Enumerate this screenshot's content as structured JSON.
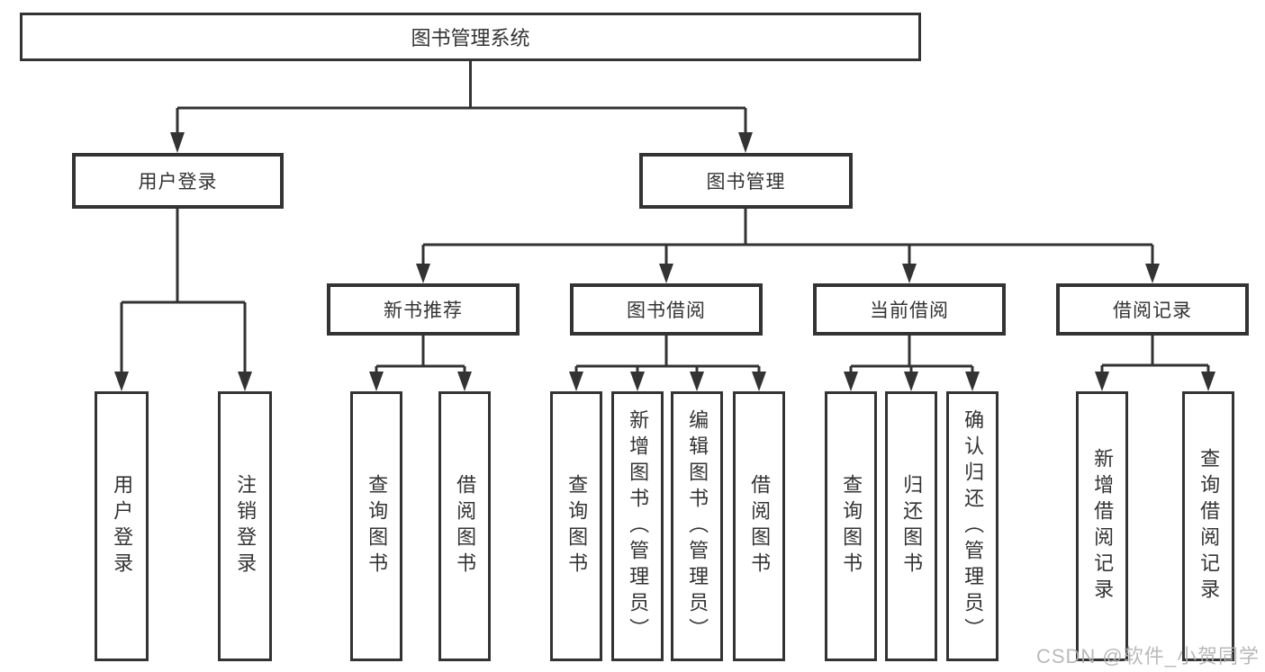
{
  "diagram": {
    "title": "图书管理系统",
    "level2": [
      {
        "label": "用户登录"
      },
      {
        "label": "图书管理"
      }
    ],
    "level3": [
      {
        "label": "新书推荐"
      },
      {
        "label": "图书借阅"
      },
      {
        "label": "当前借阅"
      },
      {
        "label": "借阅记录"
      }
    ],
    "leaves": {
      "user_login": [
        "用户登录",
        "注销登录"
      ],
      "new_book_recommend": [
        "查询图书",
        "借阅图书"
      ],
      "book_borrow": [
        "查询图书",
        "新增图书（管理员）",
        "编辑图书（管理员）",
        "借阅图书"
      ],
      "current_borrow": [
        "查询图书",
        "归还图书",
        "确认归还（管理员）"
      ],
      "borrow_records": [
        "新增借阅记录",
        "查询借阅记录"
      ]
    },
    "colors": {
      "line": "#333333",
      "box_border": "#333333",
      "box_fill": "#ffffff",
      "text": "#333333",
      "watermark": "#b2b2b2"
    }
  },
  "watermark": {
    "text": "CSDN @软件_小贺同学"
  }
}
